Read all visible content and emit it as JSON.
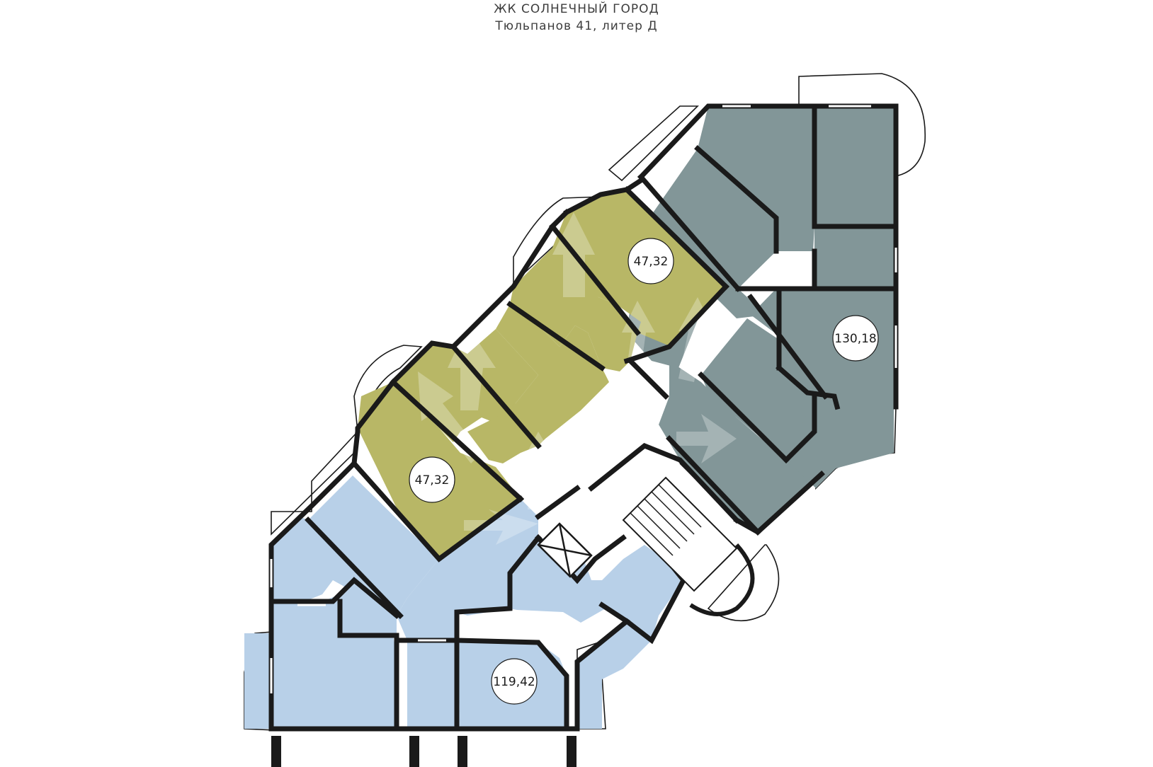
{
  "header": {
    "title": "ЖК СОЛНЕЧНЫЙ ГОРОД",
    "subtitle": "Тюльпанов 41, литер Д"
  },
  "apartments": [
    {
      "area": "130,18",
      "color": "#829698"
    },
    {
      "area": "47,32",
      "color": "#b8b766"
    },
    {
      "area": "47,32",
      "color": "#b8b766"
    },
    {
      "area": "119,42",
      "color": "#b8d0e8"
    }
  ],
  "colors": {
    "walls": "#1a1a1a",
    "balcony_outline": "#1a1a1a",
    "common_area": "#ffffff",
    "watermark": "#ffffff"
  },
  "icons": {
    "elevator": "elevator-shaft-icon",
    "stairs": "staircase-icon",
    "watermark": "compass-watermark-icon"
  }
}
